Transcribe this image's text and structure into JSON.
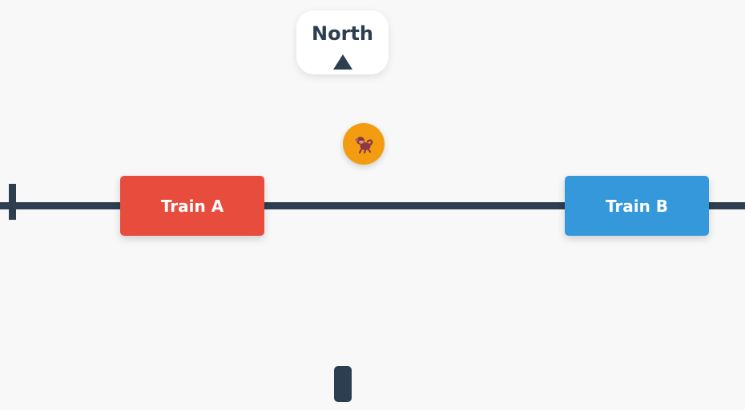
{
  "compass": {
    "label": "North",
    "arrow_icon": "triangle-up-icon"
  },
  "badge": {
    "icon": "monkey-icon",
    "color": "#f39c12"
  },
  "trains": [
    {
      "label": "Train A",
      "color": "#e74c3c"
    },
    {
      "label": "Train B",
      "color": "#3498db"
    }
  ],
  "track": {
    "color": "#2c3e50"
  }
}
